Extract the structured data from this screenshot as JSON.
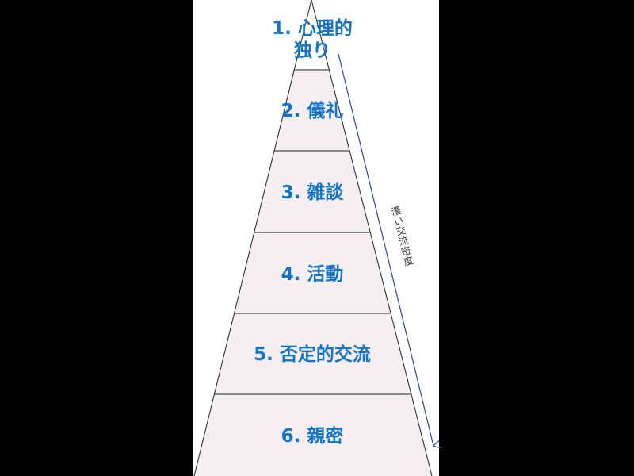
{
  "levels": [
    {
      "line1": "1. 心理的",
      "line2": "独り"
    },
    {
      "label": "2. 儀礼"
    },
    {
      "label": "3. 雑談"
    },
    {
      "label": "4. 活動"
    },
    {
      "label": "5. 否定的交流"
    },
    {
      "label": "6. 親密"
    }
  ],
  "arrow_label": "濃い交流密度",
  "colors": {
    "text": "#1474c4",
    "fill": "#f5eff2",
    "arrow": "#2e4a8a",
    "outline": "#333333"
  }
}
